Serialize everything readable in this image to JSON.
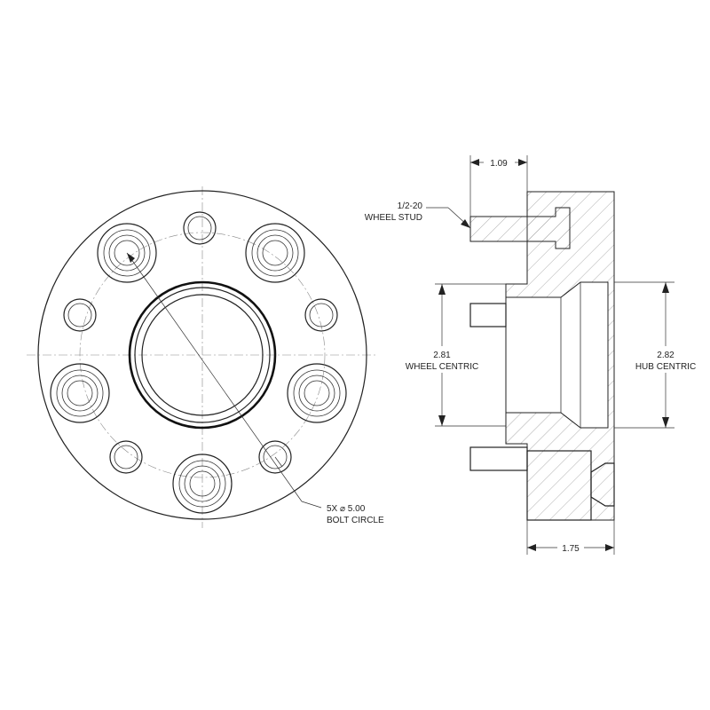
{
  "labels": {
    "stud_size": "1/2-20",
    "stud_name": "WHEEL STUD",
    "wheel_centric_value": "2.81",
    "wheel_centric_name": "WHEEL CENTRIC",
    "hub_centric_value": "2.82",
    "hub_centric_name": "HUB CENTRIC",
    "bolt_circle_value": "5X ⌀ 5.00",
    "bolt_circle_name": "BOLT CIRCLE",
    "stud_length": "1.09",
    "thickness": "1.75"
  },
  "colors": {
    "line": "#222222",
    "hatch": "#999999"
  }
}
